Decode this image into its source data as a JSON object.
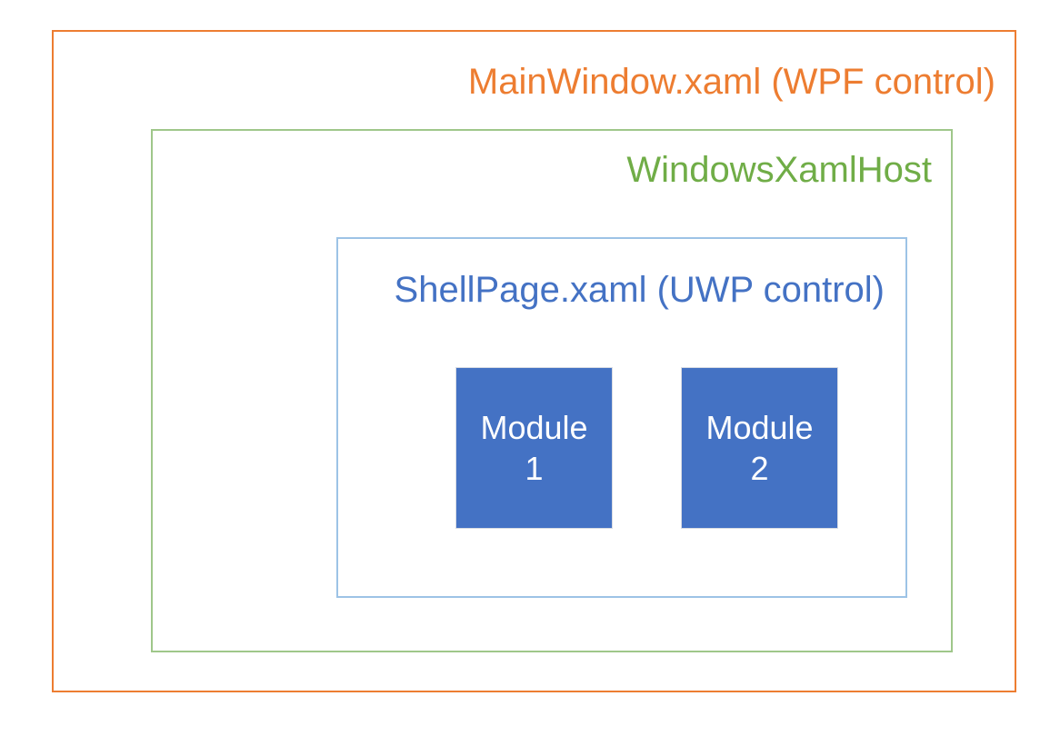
{
  "diagram": {
    "title_semantics": "nested XAML hosting architecture",
    "layers": [
      {
        "id": "wpf",
        "label": "MainWindow.xaml (WPF control)",
        "color": "#ED7D31",
        "border_color": "#ED7D31"
      },
      {
        "id": "xamlhost",
        "label": "WindowsXamlHost",
        "color": "#70AD47",
        "border_color": "#9FC78A"
      },
      {
        "id": "shellpage",
        "label": "ShellPage.xaml (UWP control)",
        "color": "#4472C4",
        "border_color": "#9DC3E6"
      }
    ],
    "modules": [
      {
        "id": "module-1",
        "name": "Module",
        "number": "1",
        "fill": "#4472C4",
        "text_color": "#FFFFFF"
      },
      {
        "id": "module-2",
        "name": "Module",
        "number": "2",
        "fill": "#4472C4",
        "text_color": "#FFFFFF"
      }
    ],
    "background": "#FFFFFF"
  }
}
